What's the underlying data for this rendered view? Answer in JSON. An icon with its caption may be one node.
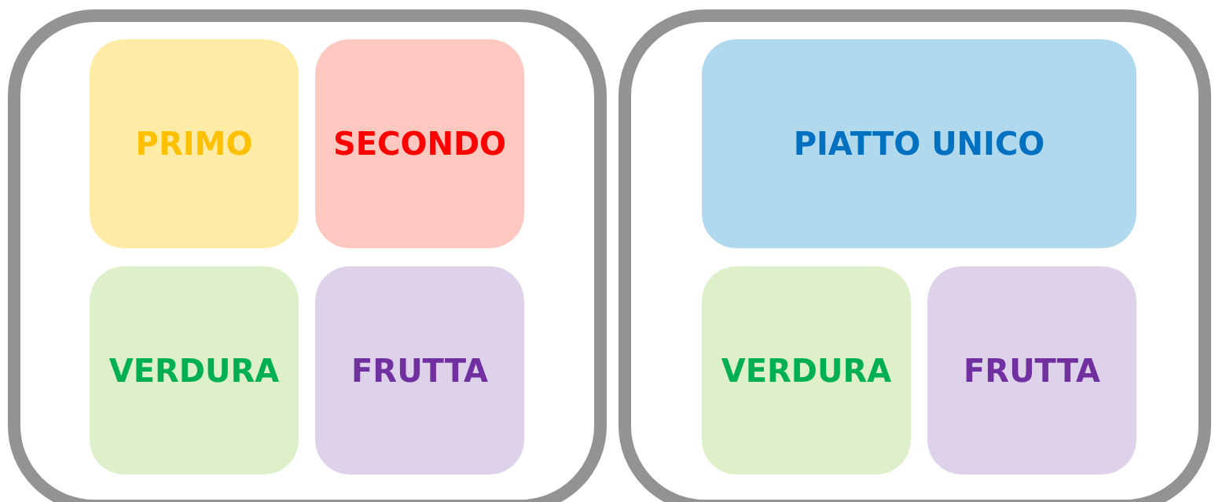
{
  "diagram": {
    "nodes": [
      {
        "text": [],
        "shape": "box"
      },
      {
        "text": [
          "PRIMO"
        ],
        "in": 0
      },
      {
        "text": [
          "SECONDO"
        ],
        "in": 0
      },
      {
        "text": [
          "VERDURA"
        ],
        "in": 0
      },
      {
        "text": [
          "FRUTTA"
        ],
        "in": 0
      },
      {
        "text": [],
        "shape": "box"
      },
      {
        "text": [
          "PIATTO UNICO"
        ],
        "in": 5
      },
      {
        "text": [
          "VERDURA"
        ],
        "in": 5
      },
      {
        "text": [
          "FRUTTA"
        ],
        "in": 5
      }
    ]
  }
}
